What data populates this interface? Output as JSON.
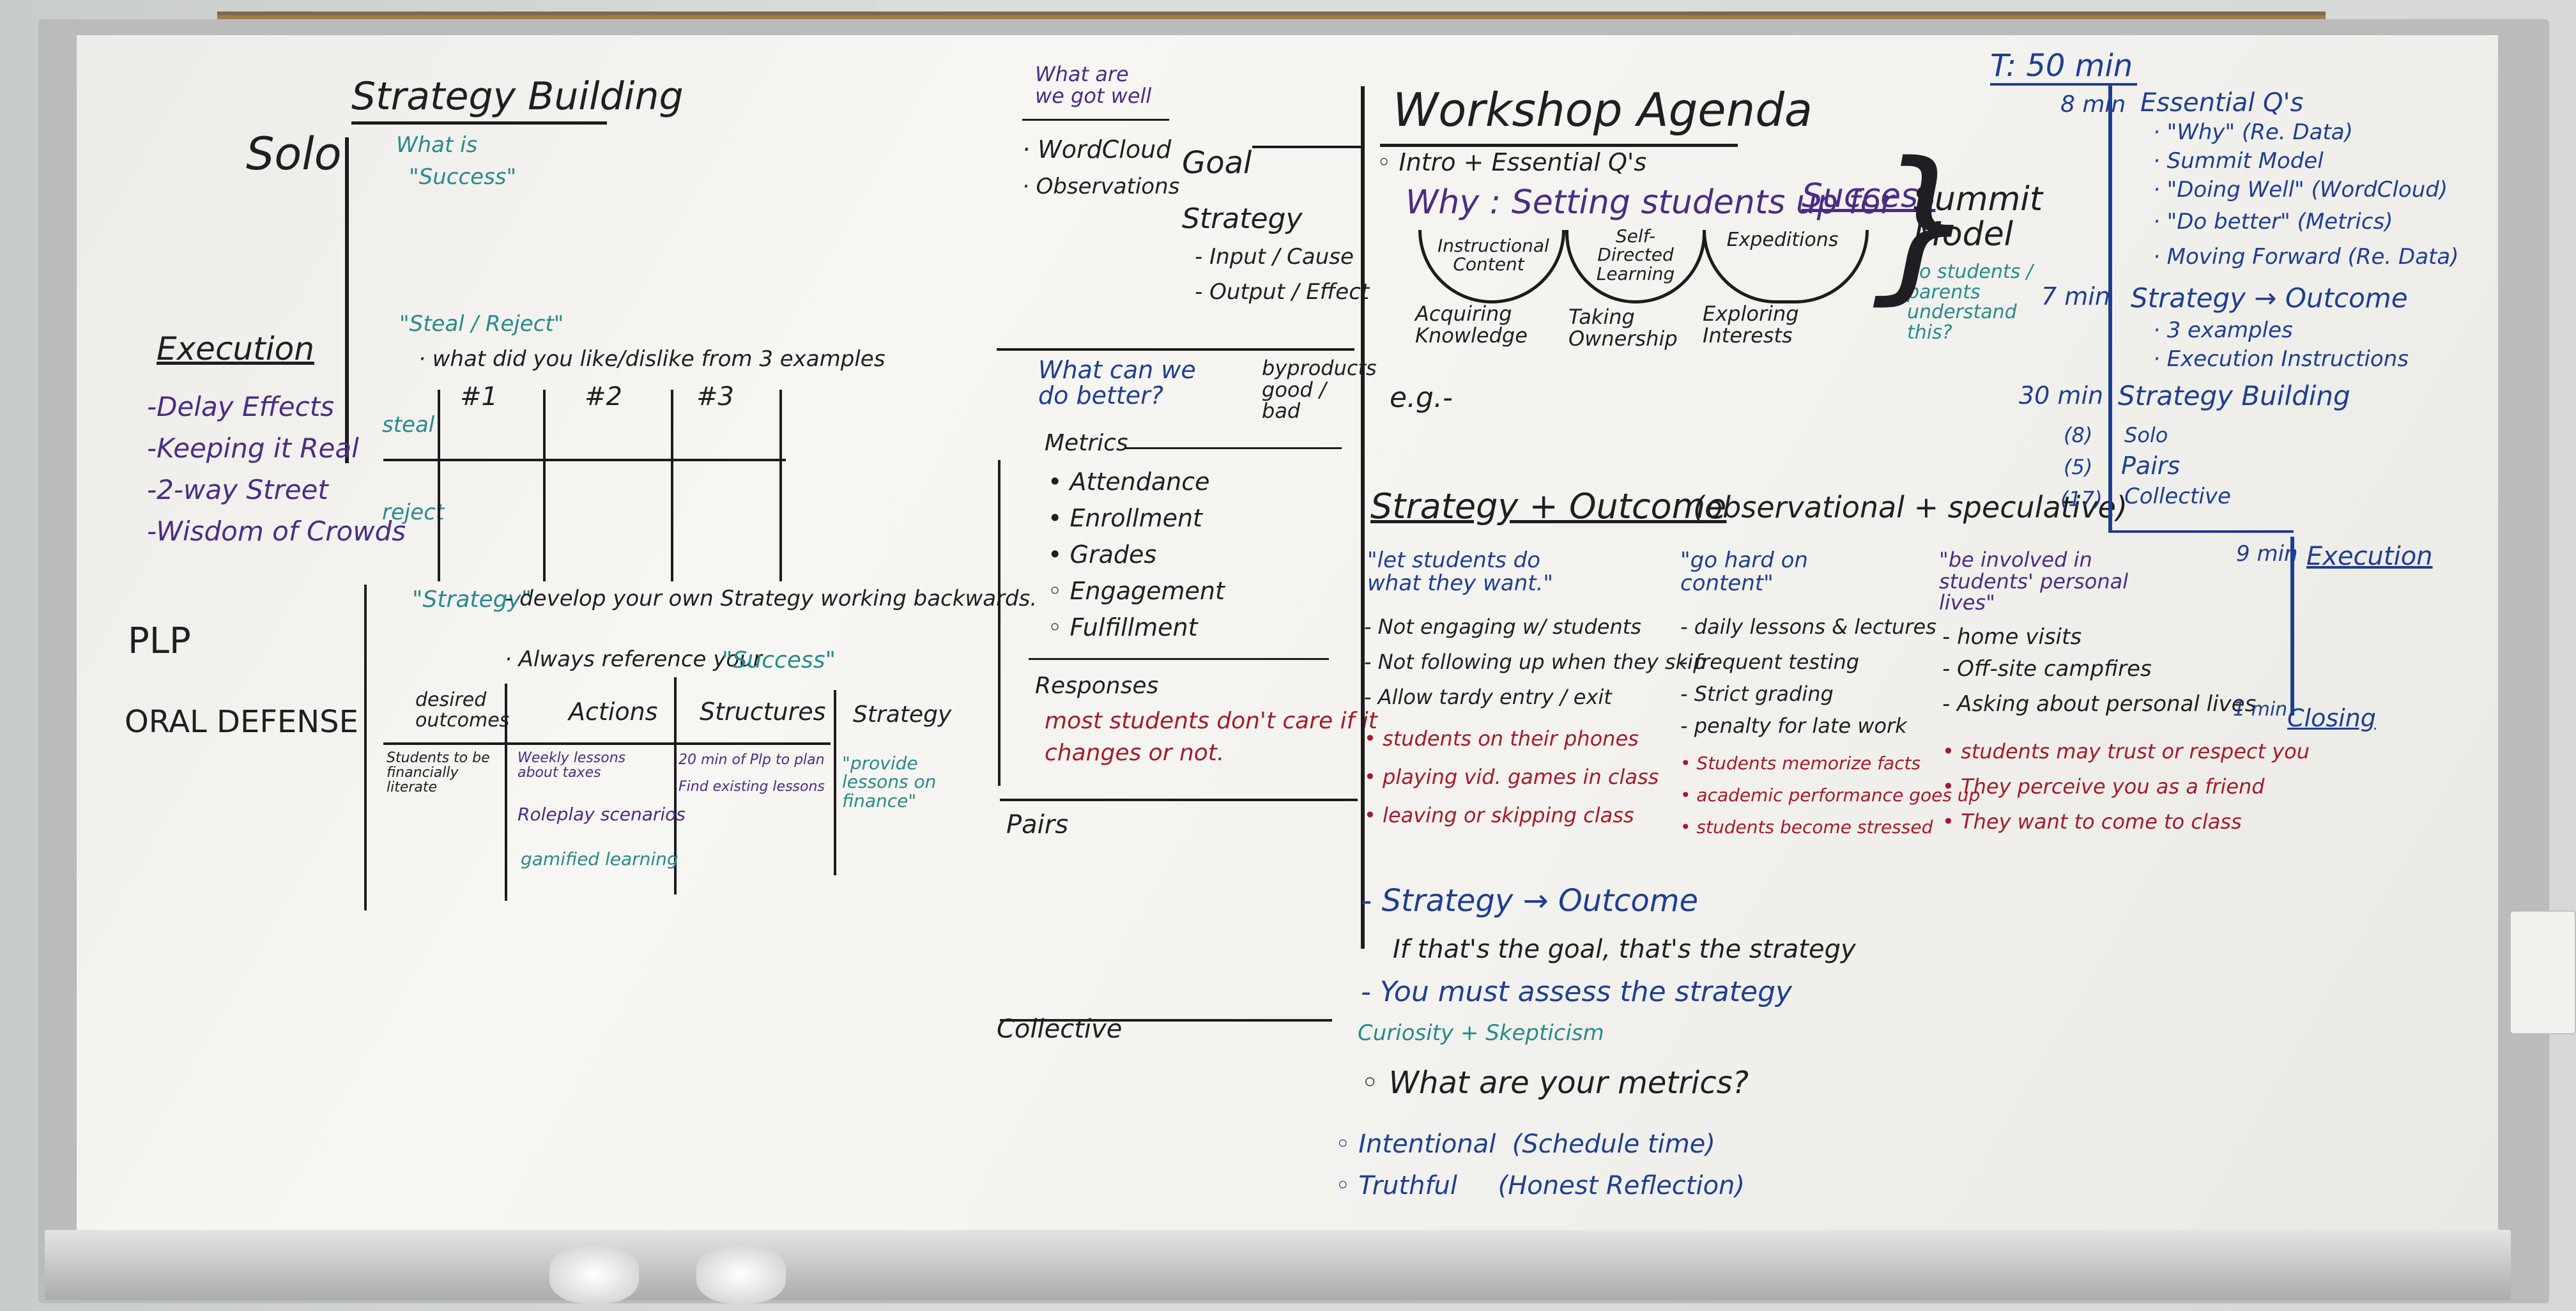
{
  "image_kind": "photo of a classroom whiteboard with handwritten workshop planning notes",
  "left_column": {
    "title": "Strategy Building",
    "solo": "Solo",
    "what_is": "What is",
    "success_q": "\"Success\"",
    "execution": {
      "heading": "Execution",
      "items": [
        "-Delay Effects",
        "-Keeping it Real",
        "-2-way Street",
        "-Wisdom of Crowds"
      ]
    },
    "plp": "PLP",
    "oral_defense": "ORAL DEFENSE",
    "steal_reject": {
      "label": "\"Steal / Reject\"",
      "prompt": "· what did you like/dislike from 3 examples",
      "cols": [
        "#1",
        "#2",
        "#3"
      ],
      "rows": [
        "steal",
        "reject"
      ]
    },
    "strategy_note": {
      "q": "\"Strategy\"",
      "line1": "- develop your own Strategy working backwards.",
      "line2": "· Always reference your",
      "success": "\"Success\""
    },
    "plan_table": {
      "headers": [
        "desired outcomes",
        "Actions",
        "Structures",
        "Strategy"
      ],
      "c1": "Students to be financially literate",
      "c2a": "Weekly lessons about taxes",
      "c2b": "Roleplay scenarios",
      "c2c": "gamified learning",
      "c3a": "20 min of Plp to plan",
      "c3b": "Find existing lessons",
      "c4": "\"provide lessons on finance\""
    }
  },
  "middle_column": {
    "what_are_we_got_well": "What are we got well",
    "wordcloud": "· WordCloud",
    "observations": "· Observations",
    "goal": "Goal",
    "strategy": "Strategy",
    "input": "- Input / Cause",
    "output": "- Output / Effect",
    "what_better": "What can we do better?",
    "byproducts": "byproducts good / bad",
    "metrics": {
      "heading": "Metrics",
      "items": [
        "• Attendance",
        "• Enrollment",
        "• Grades",
        "◦ Engagement",
        "◦ Fulfillment"
      ]
    },
    "responses": {
      "heading": "Responses",
      "text1": "most students don't care if it",
      "text2": "changes or not."
    },
    "pairs": "Pairs",
    "collective": "Collective"
  },
  "agenda": {
    "title": "Workshop Agenda",
    "intro": "◦ Intro + Essential Q's",
    "why": "Why : Setting students up for",
    "success": "Success",
    "summit_model": "Summit Model",
    "do_students": "do students / parents understand this?",
    "arcs": [
      {
        "top": "Instructional Content",
        "bottom": "Acquiring Knowledge"
      },
      {
        "top": "Self-Directed Learning",
        "bottom": "Taking Ownership"
      },
      {
        "top": "Expeditions",
        "bottom": "Exploring Interests"
      }
    ],
    "eg": "e.g.-",
    "strategy_outcome_title": "Strategy + Outcome",
    "observational": "(observational + speculative)",
    "col1": {
      "head": "\"let students do what they want.\"",
      "black": [
        "- Not engaging w/ students",
        "- Not following up when they skip",
        "- Allow tardy entry / exit"
      ],
      "red": [
        "• students on their phones",
        "• playing vid. games in class",
        "• leaving or skipping class"
      ]
    },
    "col2": {
      "head": "\"go hard on content\"",
      "black": [
        "- daily lessons & lectures",
        "- frequent testing",
        "- Strict grading",
        "- penalty for late work"
      ],
      "red": [
        "• Students memorize facts",
        "• academic performance goes up",
        "• students become stressed"
      ]
    },
    "col3": {
      "head": "\"be involved in students' personal lives\"",
      "black": [
        "- home visits",
        "- Off-site campfires",
        "- Asking about personal lives"
      ],
      "red": [
        "• students may trust or respect you",
        "• They perceive you as a friend",
        "• They want to come to class"
      ]
    },
    "bottom": {
      "so_title": "- Strategy → Outcome",
      "so_sub": "If that's the goal, that's the strategy",
      "assess": "- You must assess the strategy",
      "curiosity": "Curiosity + Skepticism",
      "metrics_q": "◦ What are your metrics?",
      "intentional": "◦ Intentional  (Schedule time)",
      "truthful": "◦ Truthful     (Honest Reflection)"
    }
  },
  "timeline": {
    "total": "T: 50 min",
    "blocks": [
      {
        "time": "8 min",
        "title": "Essential Q's",
        "subs": [
          "· \"Why\" (Re. Data)",
          "· Summit Model",
          "· \"Doing Well\" (WordCloud)",
          "· \"Do better\" (Metrics)",
          "· Moving Forward (Re. Data)"
        ]
      },
      {
        "time": "7 min",
        "title": "Strategy → Outcome",
        "subs": [
          "· 3 examples",
          "· Execution Instructions"
        ]
      },
      {
        "time": "30 min",
        "title": "Strategy Building",
        "subs": [
          "Solo",
          "Pairs",
          "Collective"
        ],
        "sub_times": [
          "(8)",
          "(5)",
          "(17)"
        ]
      },
      {
        "time": "9 min",
        "title": "Execution",
        "subs": []
      },
      {
        "time": "1 min",
        "title": "Closing",
        "subs": []
      }
    ]
  }
}
